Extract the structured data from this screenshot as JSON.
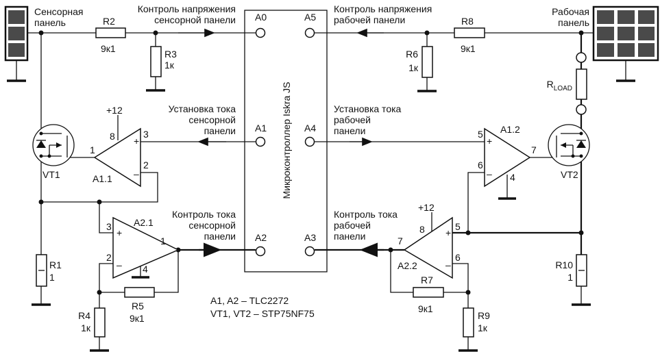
{
  "mcu": {
    "label": "Микроконтроллер Iskra JS",
    "pins": {
      "a0": "A0",
      "a1": "A1",
      "a2": "A2",
      "a3": "A3",
      "a4": "A4",
      "a5": "A5"
    }
  },
  "panels": {
    "sensor": [
      "Сенсорная",
      "панель"
    ],
    "working": [
      "Рабочая",
      "панель"
    ]
  },
  "signals": {
    "v_sensor": [
      "Контроль напряжения",
      "сенсорной панели"
    ],
    "v_working": [
      "Контроль напряжения",
      "рабочей панели"
    ],
    "i_set_sensor": [
      "Установка тока",
      "сенсорной",
      "панели"
    ],
    "i_set_working": [
      "Установка тока",
      "рабочей",
      "панели"
    ],
    "i_mon_sensor": [
      "Контроль тока",
      "сенсорной",
      "панели"
    ],
    "i_mon_working": [
      "Контроль тока",
      "рабочей",
      "панели"
    ]
  },
  "resistors": {
    "r1": {
      "ref": "R1",
      "value": "1"
    },
    "r2": {
      "ref": "R2",
      "value": "9к1"
    },
    "r3": {
      "ref": "R3",
      "value": "1к"
    },
    "r4": {
      "ref": "R4",
      "value": "1к"
    },
    "r5": {
      "ref": "R5",
      "value": "9к1"
    },
    "r6": {
      "ref": "R6",
      "value": "1к"
    },
    "r7": {
      "ref": "R7",
      "value": "9к1"
    },
    "r8": {
      "ref": "R8",
      "value": "9к1"
    },
    "r9": {
      "ref": "R9",
      "value": "1к"
    },
    "r10": {
      "ref": "R10",
      "value": "1"
    },
    "rload": {
      "ref": "R",
      "sub": "LOAD"
    }
  },
  "opamps": {
    "a11": {
      "ref": "A1.1",
      "pins": [
        "8",
        "3",
        "2",
        "1"
      ],
      "supply": "+12"
    },
    "a12": {
      "ref": "A1.2",
      "pins": [
        "5",
        "6",
        "7",
        "4"
      ]
    },
    "a21": {
      "ref": "A2.1",
      "pins": [
        "3",
        "2",
        "1",
        "4"
      ]
    },
    "a22": {
      "ref": "A2.2",
      "pins": [
        "8",
        "5",
        "6",
        "7"
      ],
      "supply": "+12"
    }
  },
  "transistors": {
    "vt1": "VT1",
    "vt2": "VT2"
  },
  "notes": [
    "A1, A2 – TLC2272",
    "VT1, VT2 – STP75NF75"
  ],
  "signs": {
    "plus": "+",
    "minus": "–"
  }
}
